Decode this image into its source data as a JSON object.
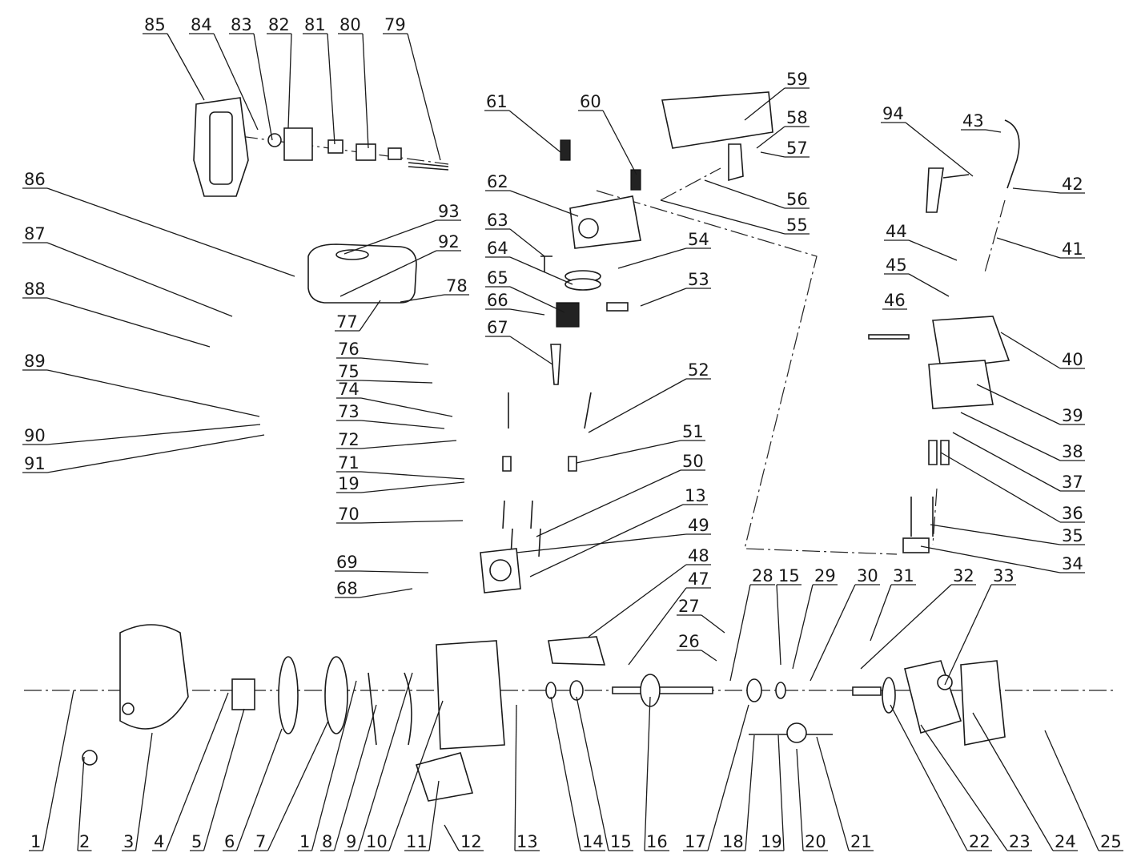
{
  "diagram": {
    "type": "exploded-parts-diagram",
    "callouts": [
      {
        "label": "85"
      },
      {
        "label": "84"
      },
      {
        "label": "83"
      },
      {
        "label": "82"
      },
      {
        "label": "81"
      },
      {
        "label": "80"
      },
      {
        "label": "79"
      },
      {
        "label": "86"
      },
      {
        "label": "87"
      },
      {
        "label": "88"
      },
      {
        "label": "89"
      },
      {
        "label": "90"
      },
      {
        "label": "91"
      },
      {
        "label": "93"
      },
      {
        "label": "92"
      },
      {
        "label": "78"
      },
      {
        "label": "77"
      },
      {
        "label": "76"
      },
      {
        "label": "75"
      },
      {
        "label": "74"
      },
      {
        "label": "73"
      },
      {
        "label": "72"
      },
      {
        "label": "71"
      },
      {
        "label": "19"
      },
      {
        "label": "70"
      },
      {
        "label": "69"
      },
      {
        "label": "68"
      },
      {
        "label": "61"
      },
      {
        "label": "60"
      },
      {
        "label": "62"
      },
      {
        "label": "63"
      },
      {
        "label": "64"
      },
      {
        "label": "65"
      },
      {
        "label": "66"
      },
      {
        "label": "67"
      },
      {
        "label": "59"
      },
      {
        "label": "58"
      },
      {
        "label": "57"
      },
      {
        "label": "56"
      },
      {
        "label": "55"
      },
      {
        "label": "54"
      },
      {
        "label": "53"
      },
      {
        "label": "52"
      },
      {
        "label": "51"
      },
      {
        "label": "50"
      },
      {
        "label": "13"
      },
      {
        "label": "49"
      },
      {
        "label": "48"
      },
      {
        "label": "47"
      },
      {
        "label": "94"
      },
      {
        "label": "43"
      },
      {
        "label": "42"
      },
      {
        "label": "44"
      },
      {
        "label": "41"
      },
      {
        "label": "45"
      },
      {
        "label": "46"
      },
      {
        "label": "40"
      },
      {
        "label": "39"
      },
      {
        "label": "38"
      },
      {
        "label": "37"
      },
      {
        "label": "36"
      },
      {
        "label": "35"
      },
      {
        "label": "34"
      },
      {
        "label": "28"
      },
      {
        "label": "15"
      },
      {
        "label": "29"
      },
      {
        "label": "30"
      },
      {
        "label": "31"
      },
      {
        "label": "32"
      },
      {
        "label": "33"
      },
      {
        "label": "27"
      },
      {
        "label": "26"
      },
      {
        "label": "1"
      },
      {
        "label": "2"
      },
      {
        "label": "3"
      },
      {
        "label": "4"
      },
      {
        "label": "5"
      },
      {
        "label": "6"
      },
      {
        "label": "7"
      },
      {
        "label": "1"
      },
      {
        "label": "8"
      },
      {
        "label": "9"
      },
      {
        "label": "10"
      },
      {
        "label": "11"
      },
      {
        "label": "12"
      },
      {
        "label": "13"
      },
      {
        "label": "14"
      },
      {
        "label": "15"
      },
      {
        "label": "16"
      },
      {
        "label": "17"
      },
      {
        "label": "18"
      },
      {
        "label": "19"
      },
      {
        "label": "20"
      },
      {
        "label": "21"
      },
      {
        "label": "22"
      },
      {
        "label": "23"
      },
      {
        "label": "24"
      },
      {
        "label": "25"
      }
    ]
  }
}
